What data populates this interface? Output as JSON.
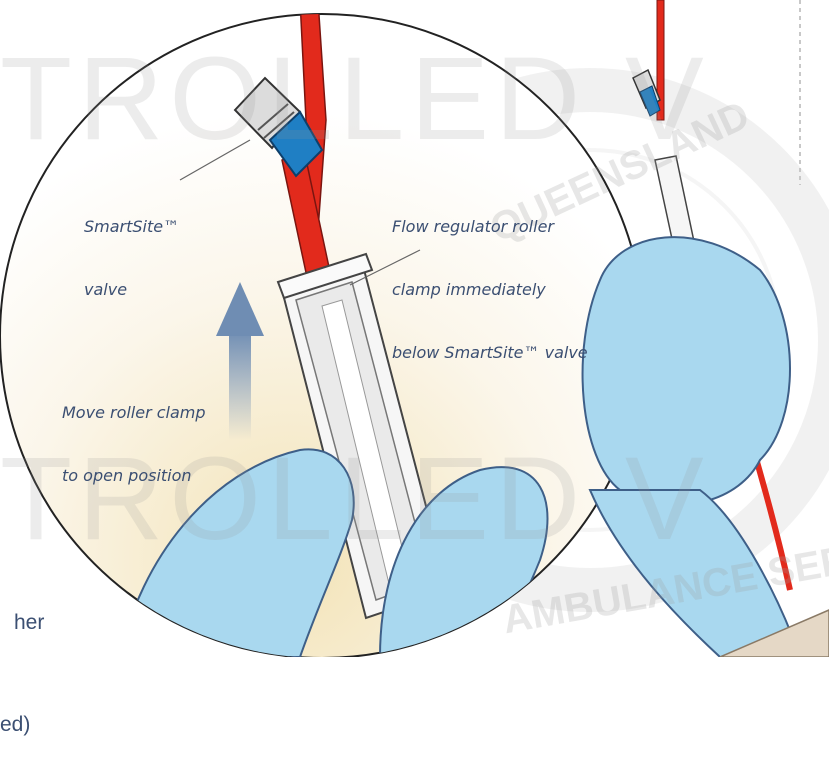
{
  "labels": {
    "smartsite": [
      "SmartSite™",
      "valve"
    ],
    "flow_regulator": [
      "Flow regulator roller",
      "clamp immediately",
      "below SmartSite™ valve"
    ],
    "move_clamp": [
      "Move roller clamp",
      "to open position"
    ]
  },
  "partial_text": [
    "her",
    "ed)"
  ],
  "watermark": [
    "TROLLED V",
    "TROLLED V"
  ],
  "seal_text": [
    "QUEENSLAND",
    "AMBULANCE SERVICE"
  ],
  "colors": {
    "tubing": "#e22a1c",
    "glove": "#a9d8ef",
    "glove_outline": "#3e5f88",
    "label": "#3b4f72",
    "valve_blue": "#1f7fc4",
    "arrow": "#6f8db3"
  }
}
